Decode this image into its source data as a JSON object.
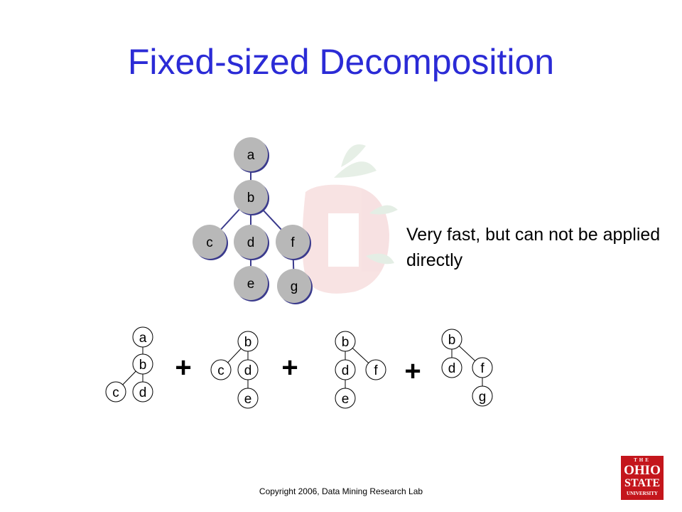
{
  "title": "Fixed-sized Decomposition",
  "note": "Very fast, but can not be applied directly",
  "copyright": "Copyright 2006, Data Mining Research Lab",
  "logo": {
    "the": "THE",
    "ohio": "OHIO",
    "state": "STATE",
    "university": "UNIVERSITY"
  },
  "colors": {
    "title": "#2b2bd6",
    "node_fill": "#b8b8b8",
    "node_edge": "#3a3a8c",
    "logo_red": "#c4161c"
  },
  "main_tree": {
    "nodes": [
      "a",
      "b",
      "c",
      "d",
      "f",
      "e",
      "g"
    ],
    "edges": [
      [
        "a",
        "b"
      ],
      [
        "b",
        "c"
      ],
      [
        "b",
        "d"
      ],
      [
        "b",
        "f"
      ],
      [
        "d",
        "e"
      ],
      [
        "f",
        "g"
      ]
    ]
  },
  "subtrees": [
    {
      "nodes": [
        "a",
        "b",
        "c",
        "d"
      ],
      "edges": [
        [
          "a",
          "b"
        ],
        [
          "b",
          "c"
        ],
        [
          "b",
          "d"
        ]
      ]
    },
    {
      "nodes": [
        "b",
        "c",
        "d",
        "e"
      ],
      "edges": [
        [
          "b",
          "c"
        ],
        [
          "b",
          "d"
        ],
        [
          "d",
          "e"
        ]
      ]
    },
    {
      "nodes": [
        "b",
        "d",
        "f",
        "e"
      ],
      "edges": [
        [
          "b",
          "d"
        ],
        [
          "b",
          "f"
        ],
        [
          "d",
          "e"
        ]
      ]
    },
    {
      "nodes": [
        "b",
        "d",
        "f",
        "g"
      ],
      "edges": [
        [
          "b",
          "d"
        ],
        [
          "b",
          "f"
        ],
        [
          "f",
          "g"
        ]
      ]
    }
  ],
  "operator": "+"
}
